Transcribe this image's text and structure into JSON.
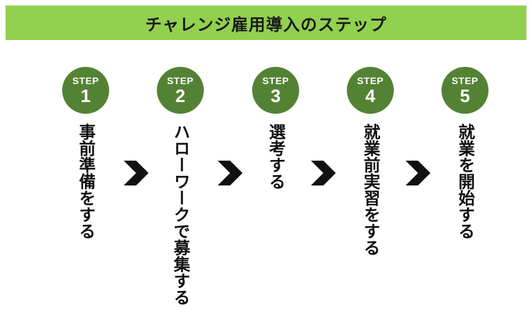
{
  "title": "チャレンジ雇用導入のステップ",
  "colors": {
    "title_bg": "#92d050",
    "badge_bg": "#548235",
    "arrow": "#111111"
  },
  "steps": [
    {
      "label": "STEP",
      "number": "1",
      "text": "事前準備をする"
    },
    {
      "label": "STEP",
      "number": "2",
      "text": "ハローワークで募集する"
    },
    {
      "label": "STEP",
      "number": "3",
      "text": "選考する"
    },
    {
      "label": "STEP",
      "number": "4",
      "text": "就業前実習をする"
    },
    {
      "label": "STEP",
      "number": "5",
      "text": "就業を開始する"
    }
  ],
  "arrow_icon": "chevron-right-icon"
}
